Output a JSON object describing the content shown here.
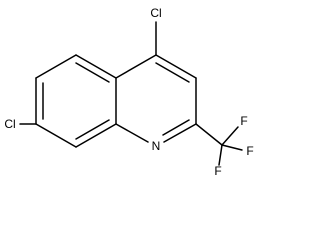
{
  "molecule": {
    "atoms": {
      "cl4": "Cl",
      "cl7": "Cl",
      "n1": "N",
      "f_top": "F",
      "f_right": "F",
      "f_bottom": "F"
    }
  },
  "colors": {
    "bond": "#000000",
    "label": "#000000",
    "background": "#ffffff"
  }
}
